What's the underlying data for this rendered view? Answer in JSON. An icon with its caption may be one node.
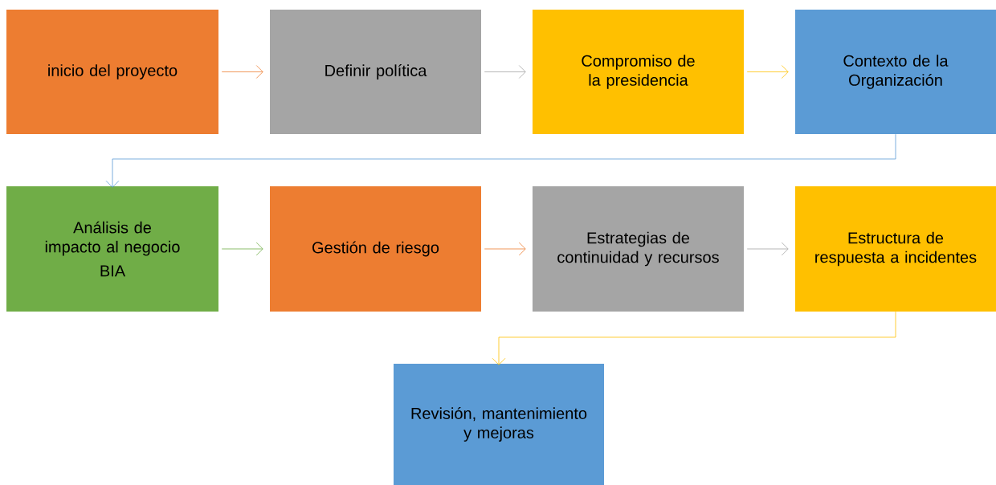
{
  "diagram": {
    "nodes": [
      {
        "text": [
          "inicio del proyecto"
        ]
      },
      {
        "text": [
          "Definir política"
        ]
      },
      {
        "text": [
          "Compromiso de la presidencia"
        ]
      },
      {
        "text": [
          "Contexto de la Organización"
        ]
      },
      {
        "text": [
          "Análisis de impacto al negocio",
          "BIA"
        ]
      },
      {
        "text": [
          "Gestión de riesgo"
        ]
      },
      {
        "text": [
          "Estrategias de continuidad y recursos"
        ]
      },
      {
        "text": [
          "Estructura de respuesta a incidentes"
        ]
      },
      {
        "text": [
          "Revisión, mantenimiento y mejoras"
        ]
      }
    ],
    "edges": [
      {
        "from": 0,
        "to": 1,
        "arrow": "to",
        "color": "#ed7d31"
      },
      {
        "from": 1,
        "to": 2,
        "arrow": "to",
        "color": "#a5a5a5"
      },
      {
        "from": 2,
        "to": 3,
        "arrow": "to",
        "color": "#ffc000"
      },
      {
        "from": 3,
        "to": 4,
        "arrow": "to",
        "color": "#5b9bd5"
      },
      {
        "from": 4,
        "to": 5,
        "arrow": "to",
        "color": "#70ad47"
      },
      {
        "from": 5,
        "to": 6,
        "arrow": "to",
        "color": "#ed7d31"
      },
      {
        "from": 6,
        "to": 7,
        "arrow": "to",
        "color": "#a5a5a5"
      },
      {
        "from": 7,
        "to": 8,
        "arrow": "to",
        "color": "#ffc000"
      }
    ]
  }
}
